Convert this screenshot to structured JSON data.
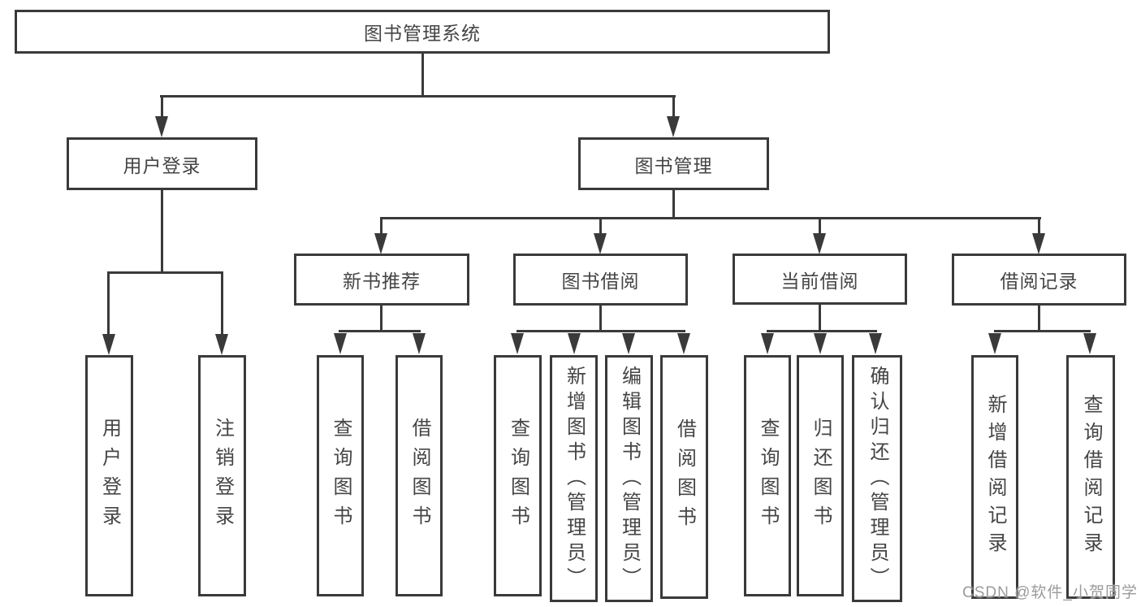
{
  "root": {
    "label": "图书管理系统"
  },
  "user_login": {
    "label": "用户登录",
    "leaves": [
      {
        "label": "用户登录"
      },
      {
        "label": "注销登录"
      }
    ]
  },
  "book_management": {
    "label": "图书管理",
    "groups": [
      {
        "label": "新书推荐",
        "leaves": [
          {
            "label": "查询图书"
          },
          {
            "label": "借阅图书"
          }
        ]
      },
      {
        "label": "图书借阅",
        "leaves": [
          {
            "label": "查询图书"
          },
          {
            "label": "新增图书（管理员）"
          },
          {
            "label": "编辑图书（管理员）"
          },
          {
            "label": "借阅图书"
          }
        ]
      },
      {
        "label": "当前借阅",
        "leaves": [
          {
            "label": "查询图书"
          },
          {
            "label": "归还图书"
          },
          {
            "label": "确认归还（管理员）"
          }
        ]
      },
      {
        "label": "借阅记录",
        "leaves": [
          {
            "label": "新增借阅记录"
          },
          {
            "label": "查询借阅记录"
          }
        ]
      }
    ]
  },
  "watermark": {
    "text": "CSDN @软件_小贺同学"
  },
  "colors": {
    "line": "#3a3a3a",
    "text": "#454545",
    "watermark": "#9b9b9b",
    "background": "#ffffff"
  }
}
